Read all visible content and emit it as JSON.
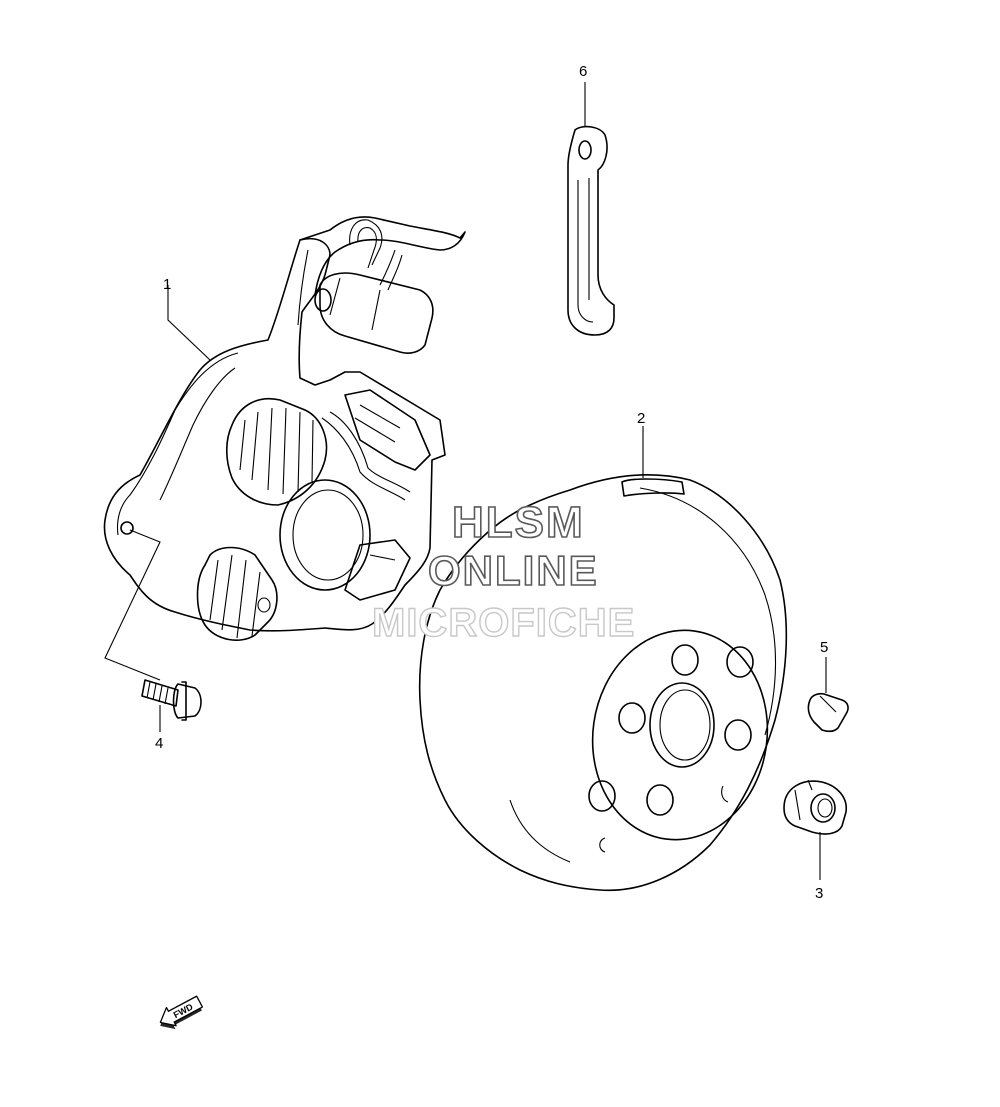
{
  "callouts": {
    "stator": "1",
    "rotor": "2",
    "nut": "3",
    "bolt": "4",
    "key": "5",
    "clamp": "6"
  },
  "watermark": {
    "line1": "HLSM",
    "line2": "ONLINE",
    "line3": "MICROFICHE"
  },
  "direction": {
    "label": "FWD"
  }
}
